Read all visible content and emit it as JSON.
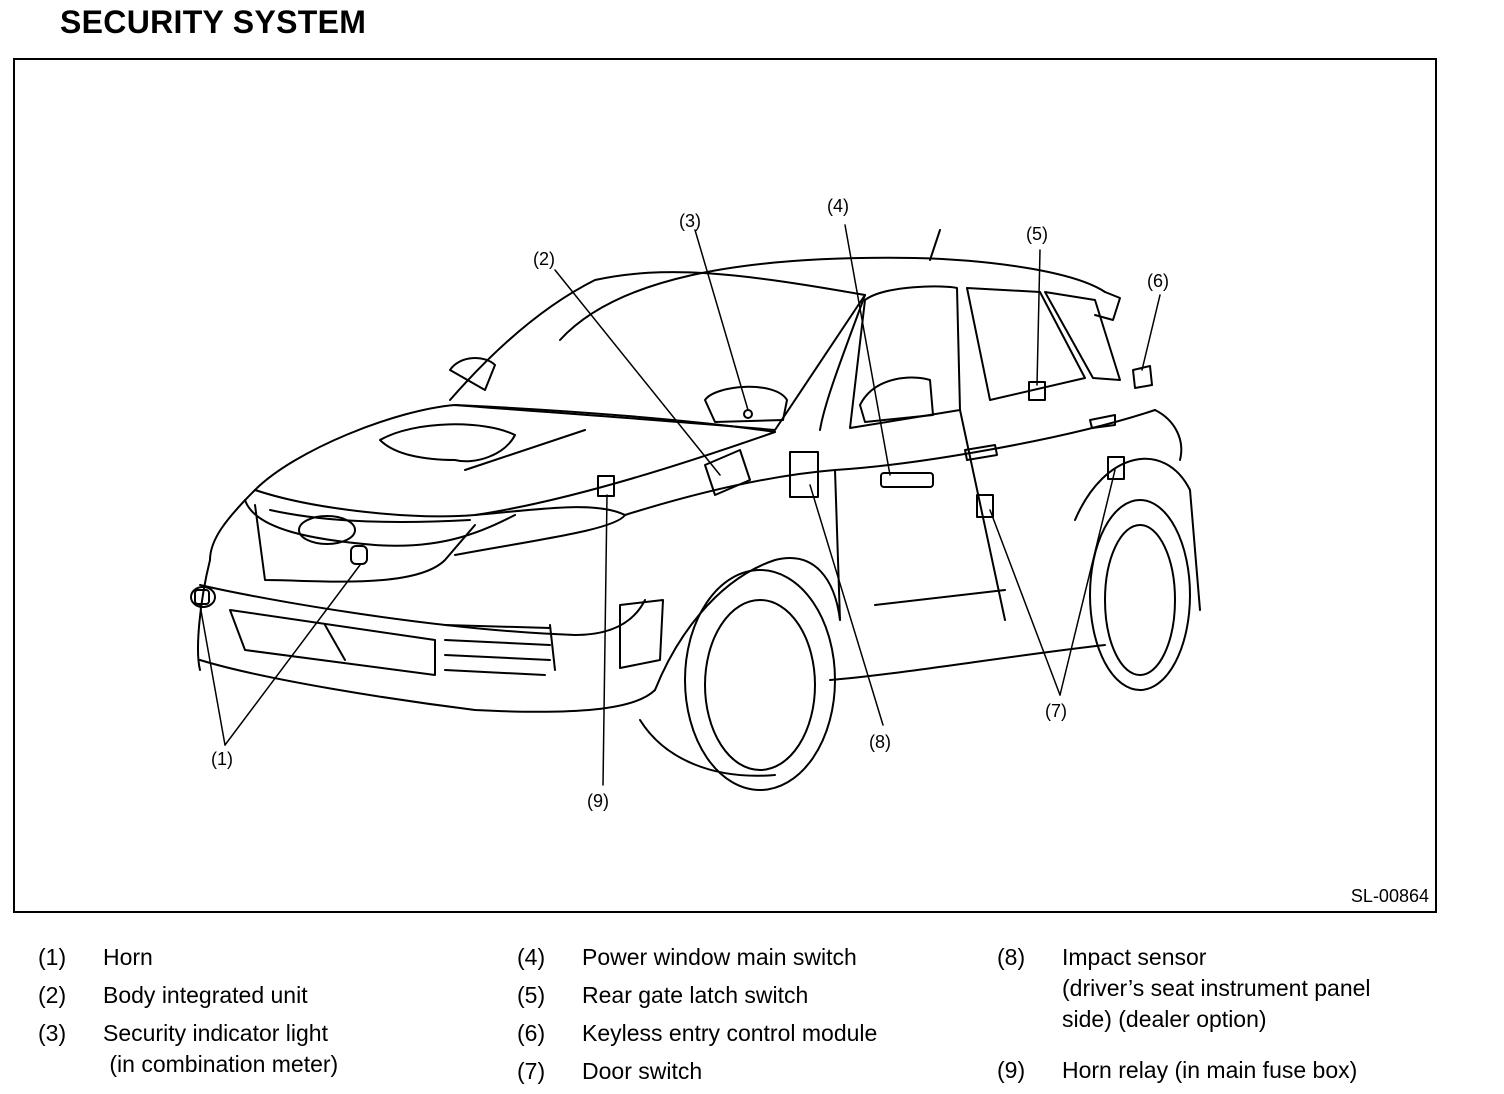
{
  "title": "SECURITY SYSTEM",
  "figure_id": "SL-00864",
  "callouts": [
    "(1)",
    "(2)",
    "(3)",
    "(4)",
    "(5)",
    "(6)",
    "(7)",
    "(8)",
    "(9)"
  ],
  "legend": [
    {
      "num": "(1)",
      "label": "Horn"
    },
    {
      "num": "(2)",
      "label": "Body integrated unit"
    },
    {
      "num": "(3)",
      "label": "Security indicator light\n (in combination meter)"
    },
    {
      "num": "(4)",
      "label": "Power window main switch"
    },
    {
      "num": "(5)",
      "label": "Rear gate latch switch"
    },
    {
      "num": "(6)",
      "label": "Keyless entry control module"
    },
    {
      "num": "(7)",
      "label": "Door switch"
    },
    {
      "num": "(8)",
      "label": "Impact sensor\n(driver’s seat instrument panel\nside) (dealer option)"
    },
    {
      "num": "(9)",
      "label": "Horn relay (in main fuse box)"
    }
  ]
}
